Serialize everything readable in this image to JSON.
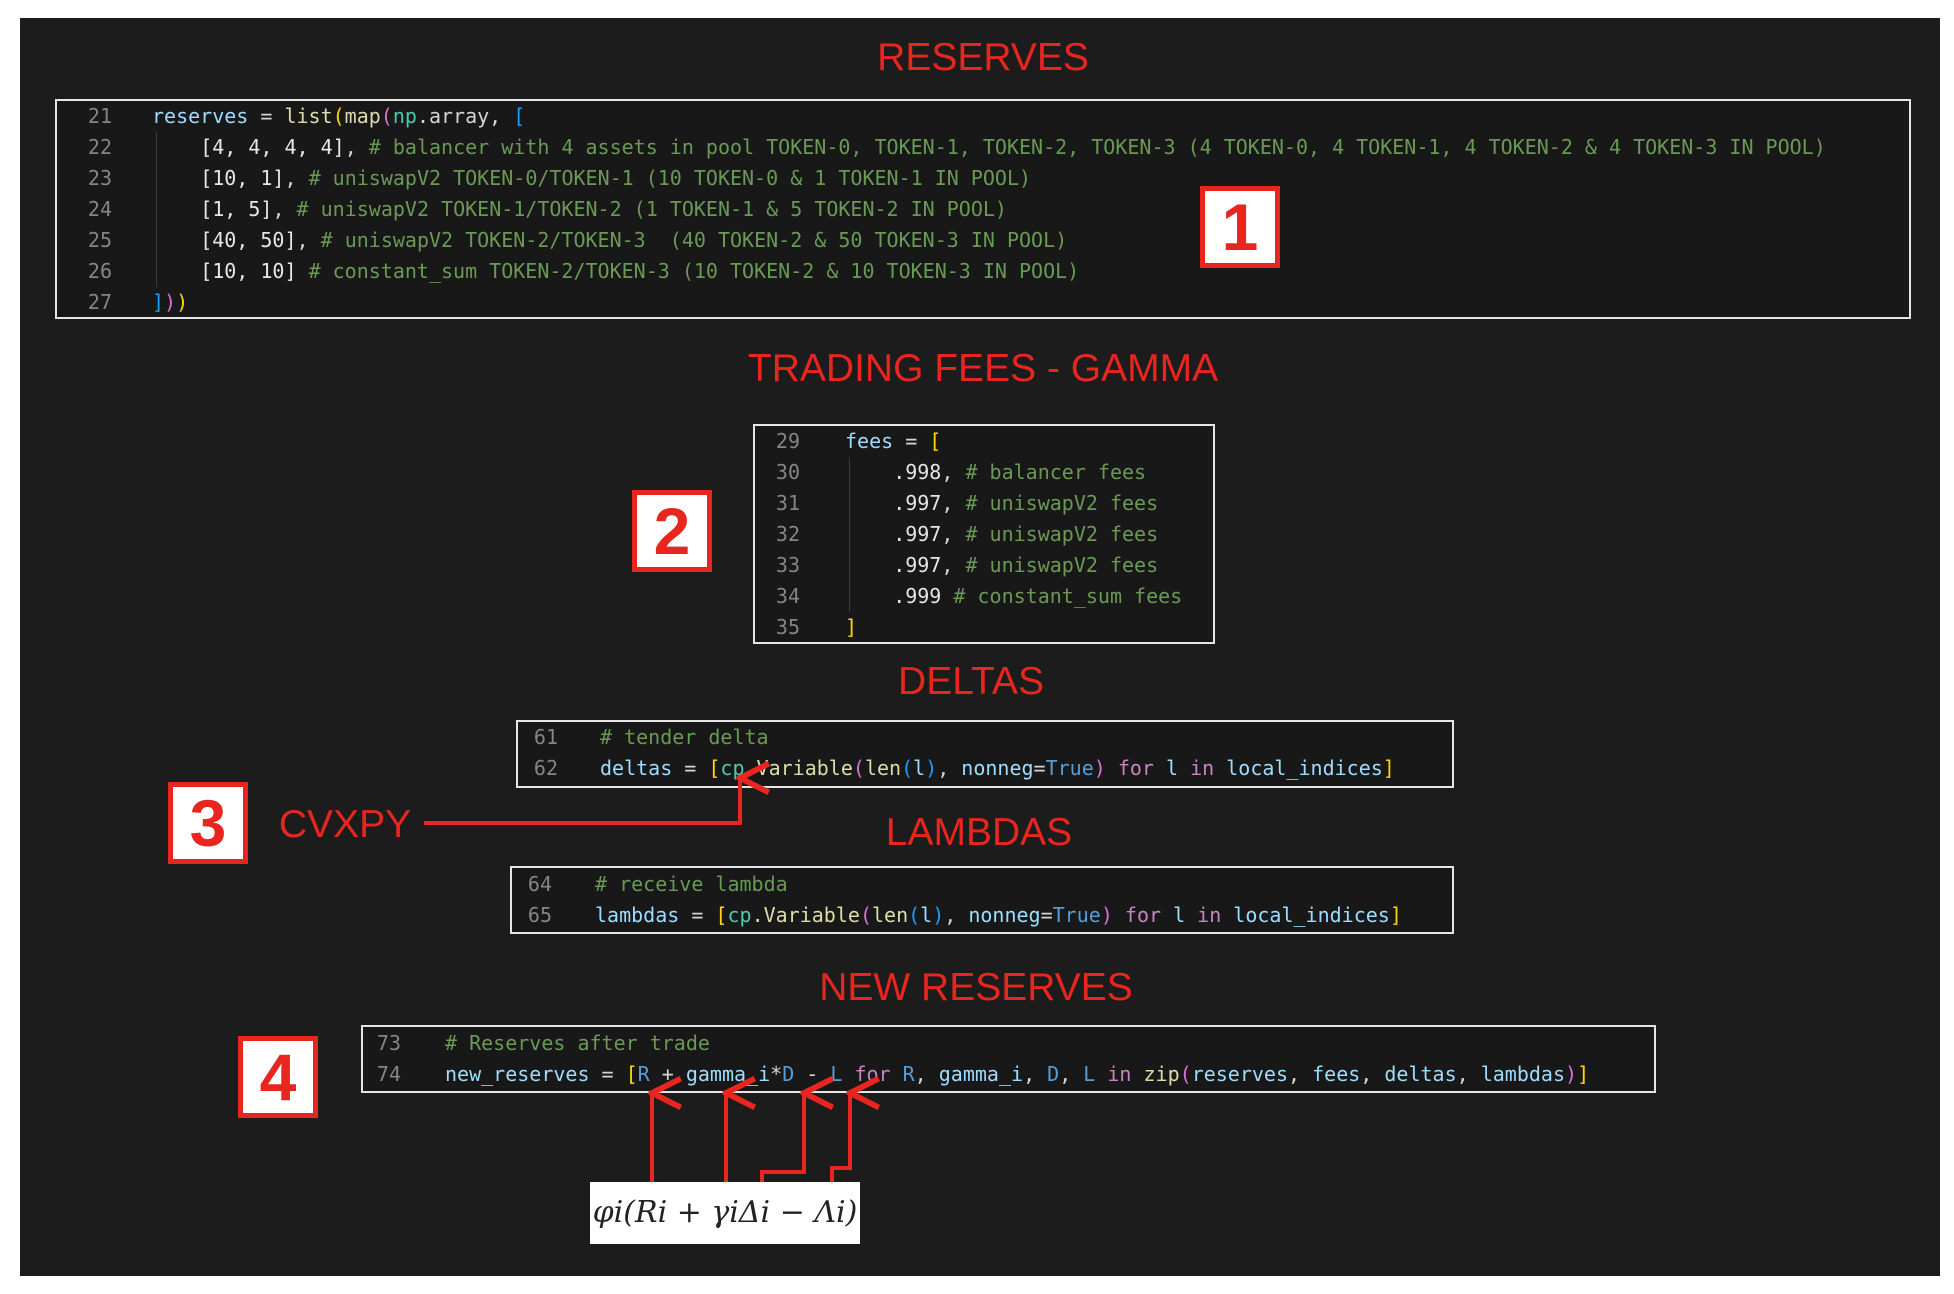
{
  "headings": {
    "reserves": "RESERVES",
    "fees": "TRADING FEES - GAMMA",
    "deltas": "DELTAS",
    "lambdas": "LAMBDAS",
    "new_reserves": "NEW RESERVES",
    "cvxpy": "CVXPY"
  },
  "markers": {
    "one": "1",
    "two": "2",
    "three": "3",
    "four": "4"
  },
  "formula": "φi(Ri + γiΔi − Λi)",
  "colors": {
    "accent_red": "#e8251f",
    "background": "#1c1c1c",
    "code_border": "#e6e6e6"
  },
  "blocks": {
    "reserves": {
      "lines": [
        {
          "n": "21",
          "indent": 0,
          "t": [
            [
              "reserves",
              "var"
            ],
            [
              " = ",
              "op"
            ],
            [
              "list",
              "fn"
            ],
            [
              "(",
              "b1"
            ],
            [
              "map",
              "fn"
            ],
            [
              "(",
              "b2"
            ],
            [
              "np",
              "mod"
            ],
            [
              ".array, ",
              "op"
            ],
            [
              "[",
              "b3"
            ]
          ]
        },
        {
          "n": "22",
          "indent": 2,
          "t": [
            [
              "[4, 4, 4, 4]",
              "num"
            ],
            [
              ", ",
              "op"
            ],
            [
              "# balancer with 4 assets in pool TOKEN-0, TOKEN-1, TOKEN-2, TOKEN-3 (4 TOKEN-0, 4 TOKEN-1, 4 TOKEN-2 & 4 TOKEN-3 IN POOL)",
              "cm"
            ]
          ]
        },
        {
          "n": "23",
          "indent": 2,
          "t": [
            [
              "[10, 1]",
              "num"
            ],
            [
              ", ",
              "op"
            ],
            [
              "# uniswapV2 TOKEN-0/TOKEN-1 (10 TOKEN-0 & 1 TOKEN-1 IN POOL)",
              "cm"
            ]
          ]
        },
        {
          "n": "24",
          "indent": 2,
          "t": [
            [
              "[1, 5]",
              "num"
            ],
            [
              ", ",
              "op"
            ],
            [
              "# uniswapV2 TOKEN-1/TOKEN-2 (1 TOKEN-1 & 5 TOKEN-2 IN POOL)",
              "cm"
            ]
          ]
        },
        {
          "n": "25",
          "indent": 2,
          "t": [
            [
              "[40, 50]",
              "num"
            ],
            [
              ", ",
              "op"
            ],
            [
              "# uniswapV2 TOKEN-2/TOKEN-3  (40 TOKEN-2 & 50 TOKEN-3 IN POOL)",
              "cm"
            ]
          ]
        },
        {
          "n": "26",
          "indent": 2,
          "t": [
            [
              "[10, 10]",
              "num"
            ],
            [
              " ",
              "op"
            ],
            [
              "# constant_sum TOKEN-2/TOKEN-3 (10 TOKEN-2 & 10 TOKEN-3 IN POOL)",
              "cm"
            ]
          ]
        },
        {
          "n": "27",
          "indent": 0,
          "t": [
            [
              "]",
              "b3"
            ],
            [
              ")",
              "b2"
            ],
            [
              ")",
              "b1"
            ]
          ]
        }
      ]
    },
    "fees": {
      "lines": [
        {
          "n": "29",
          "indent": 0,
          "t": [
            [
              "fees",
              "var"
            ],
            [
              " = ",
              "op"
            ],
            [
              "[",
              "b1"
            ]
          ]
        },
        {
          "n": "30",
          "indent": 2,
          "t": [
            [
              ".998",
              "num"
            ],
            [
              ", ",
              "op"
            ],
            [
              "# balancer fees",
              "cm"
            ]
          ]
        },
        {
          "n": "31",
          "indent": 2,
          "t": [
            [
              ".997",
              "num"
            ],
            [
              ", ",
              "op"
            ],
            [
              "# uniswapV2 fees",
              "cm"
            ]
          ]
        },
        {
          "n": "32",
          "indent": 2,
          "t": [
            [
              ".997",
              "num"
            ],
            [
              ", ",
              "op"
            ],
            [
              "# uniswapV2 fees",
              "cm"
            ]
          ]
        },
        {
          "n": "33",
          "indent": 2,
          "t": [
            [
              ".997",
              "num"
            ],
            [
              ", ",
              "op"
            ],
            [
              "# uniswapV2 fees",
              "cm"
            ]
          ]
        },
        {
          "n": "34",
          "indent": 2,
          "t": [
            [
              ".999",
              "num"
            ],
            [
              " ",
              "op"
            ],
            [
              "# constant_sum fees",
              "cm"
            ]
          ]
        },
        {
          "n": "35",
          "indent": 0,
          "t": [
            [
              "]",
              "b1"
            ]
          ]
        }
      ]
    },
    "deltas": {
      "lines": [
        {
          "n": "61",
          "indent": 0,
          "t": [
            [
              "# tender delta",
              "cm"
            ]
          ]
        },
        {
          "n": "62",
          "indent": 0,
          "t": [
            [
              "deltas",
              "var"
            ],
            [
              " = ",
              "op"
            ],
            [
              "[",
              "b1"
            ],
            [
              "cp",
              "mod"
            ],
            [
              ".Variable",
              "fn"
            ],
            [
              "(",
              "b2"
            ],
            [
              "len",
              "fn"
            ],
            [
              "(",
              "b3"
            ],
            [
              "l",
              "var"
            ],
            [
              ")",
              "b3"
            ],
            [
              ", ",
              "op"
            ],
            [
              "nonneg",
              "var"
            ],
            [
              "=",
              "op"
            ],
            [
              "True",
              "const"
            ],
            [
              ")",
              "b2"
            ],
            [
              " for ",
              "kw"
            ],
            [
              "l",
              "var"
            ],
            [
              " in ",
              "kw"
            ],
            [
              "local_indices",
              "var"
            ],
            [
              "]",
              "b1"
            ]
          ]
        }
      ]
    },
    "lambdas": {
      "lines": [
        {
          "n": "64",
          "indent": 0,
          "t": [
            [
              "# receive lambda",
              "cm"
            ]
          ]
        },
        {
          "n": "65",
          "indent": 0,
          "t": [
            [
              "lambdas",
              "var"
            ],
            [
              " = ",
              "op"
            ],
            [
              "[",
              "b1"
            ],
            [
              "cp",
              "mod"
            ],
            [
              ".Variable",
              "fn"
            ],
            [
              "(",
              "b2"
            ],
            [
              "len",
              "fn"
            ],
            [
              "(",
              "b3"
            ],
            [
              "l",
              "var"
            ],
            [
              ")",
              "b3"
            ],
            [
              ", ",
              "op"
            ],
            [
              "nonneg",
              "var"
            ],
            [
              "=",
              "op"
            ],
            [
              "True",
              "const"
            ],
            [
              ")",
              "b2"
            ],
            [
              " for ",
              "kw"
            ],
            [
              "l",
              "var"
            ],
            [
              " in ",
              "kw"
            ],
            [
              "local_indices",
              "var"
            ],
            [
              "]",
              "b1"
            ]
          ]
        }
      ]
    },
    "new_reserves": {
      "lines": [
        {
          "n": "73",
          "indent": 0,
          "t": [
            [
              "# Reserves after trade",
              "cm"
            ]
          ]
        },
        {
          "n": "74",
          "indent": 0,
          "t": [
            [
              "new_reserves",
              "var"
            ],
            [
              " = ",
              "op"
            ],
            [
              "[",
              "b1"
            ],
            [
              "R",
              "const"
            ],
            [
              " + ",
              "op"
            ],
            [
              "gamma_i",
              "var"
            ],
            [
              "*",
              "op"
            ],
            [
              "D",
              "const"
            ],
            [
              " - ",
              "op"
            ],
            [
              "L",
              "const"
            ],
            [
              " for ",
              "kw"
            ],
            [
              "R",
              "const"
            ],
            [
              ", ",
              "op"
            ],
            [
              "gamma_i",
              "var"
            ],
            [
              ", ",
              "op"
            ],
            [
              "D",
              "const"
            ],
            [
              ", ",
              "op"
            ],
            [
              "L",
              "const"
            ],
            [
              " in ",
              "kw"
            ],
            [
              "zip",
              "fn"
            ],
            [
              "(",
              "b2"
            ],
            [
              "reserves",
              "var"
            ],
            [
              ", ",
              "op"
            ],
            [
              "fees",
              "var"
            ],
            [
              ", ",
              "op"
            ],
            [
              "deltas",
              "var"
            ],
            [
              ", ",
              "op"
            ],
            [
              "lambdas",
              "var"
            ],
            [
              ")",
              "b2"
            ],
            [
              "]",
              "b1"
            ]
          ]
        }
      ]
    }
  }
}
